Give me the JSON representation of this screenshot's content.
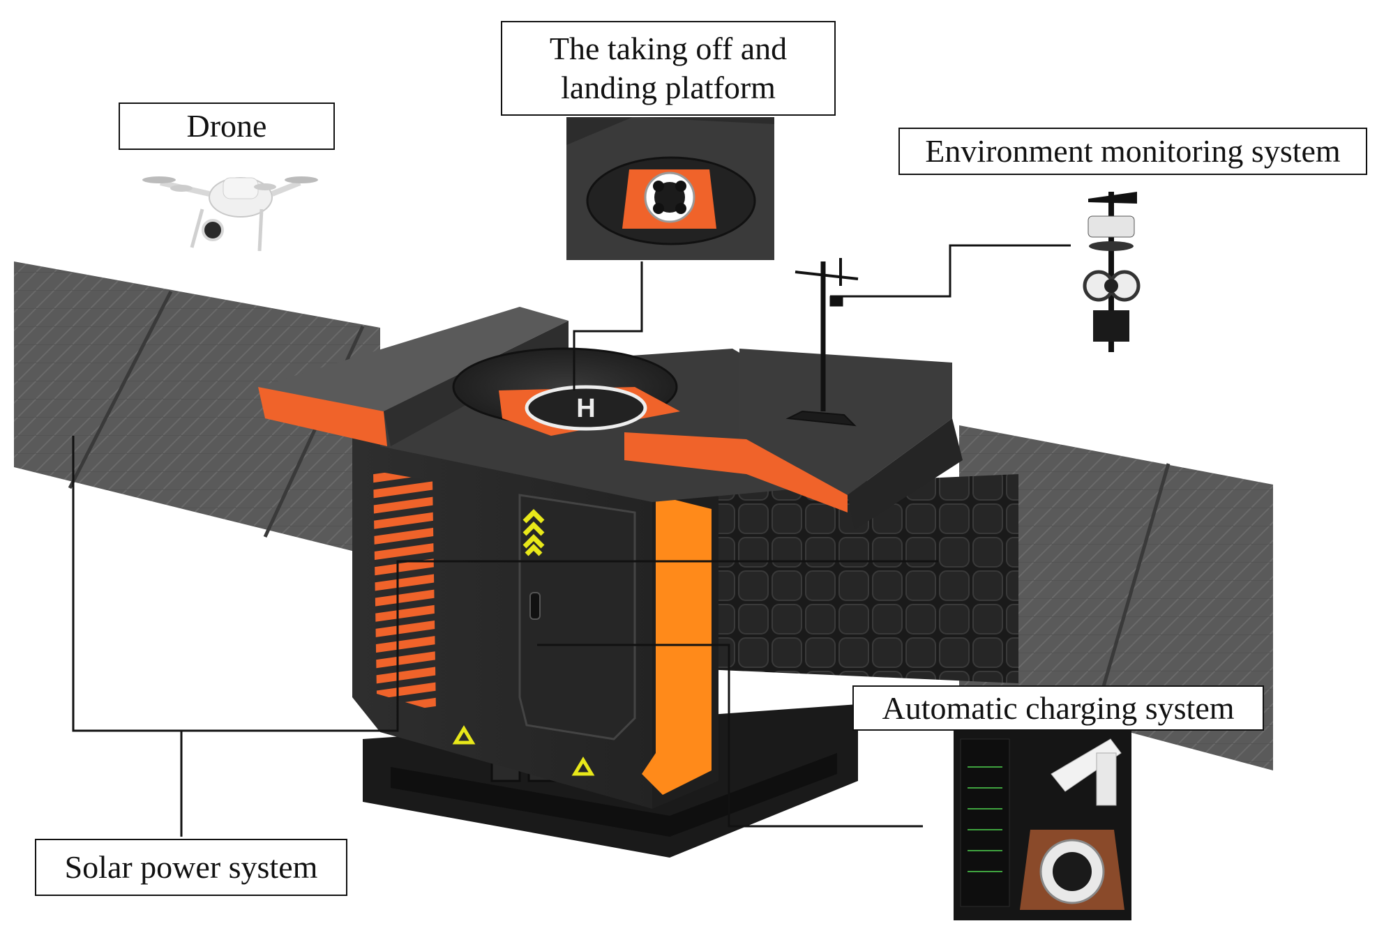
{
  "labels": {
    "drone": "Drone",
    "platform": "The taking off and\nlanding platform",
    "environment": "Environment monitoring system",
    "charging": "Automatic charging system",
    "solar": "Solar power system"
  },
  "colors": {
    "accent_orange": "#f0632a",
    "bright_orange": "#ff8a1a",
    "body_dark": "#2b2b2b",
    "panel_gray": "#4a4a4a",
    "chevron_yellow": "#e8e81a",
    "leader_line": "#111111"
  },
  "icons": {
    "drone": "drone-icon",
    "helipad": "helipad-h-icon",
    "weather_mast": "weather-station-icon",
    "robot_arm": "robot-arm-icon"
  }
}
